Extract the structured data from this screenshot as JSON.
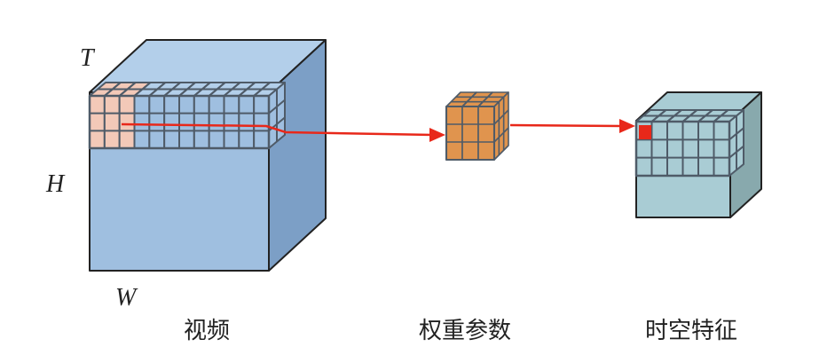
{
  "axes": {
    "t": "T",
    "h": "H",
    "w": "W"
  },
  "labels": {
    "video": "视频",
    "weights": "权重参数",
    "features": "时空特征"
  },
  "colors": {
    "video_front": "#9fbfe0",
    "video_top": "#b3cfea",
    "video_right": "#7c9fc6",
    "highlight": "#f3c9b8",
    "kernel": "#e0944e",
    "feature_front": "#a9ccd4",
    "feature_right": "#88a9ad",
    "arrow": "#e8281a",
    "grid": "#4f5b68"
  }
}
